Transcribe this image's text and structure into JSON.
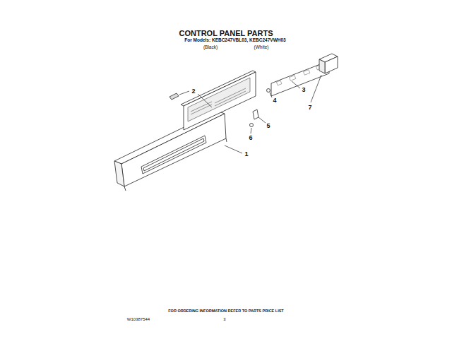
{
  "diagram": {
    "title": "CONTROL PANEL PARTS",
    "labels": [
      "For Models: KEBC247VBL03, KEBC247VWH03",
      "(Black)",
      "(White)",
      "1",
      "2",
      "3",
      "4",
      "5",
      "6",
      "7",
      "FOR ORDERING INFORMATION REFER TO PARTS PRICE LIST",
      "W10387544",
      "3"
    ]
  }
}
